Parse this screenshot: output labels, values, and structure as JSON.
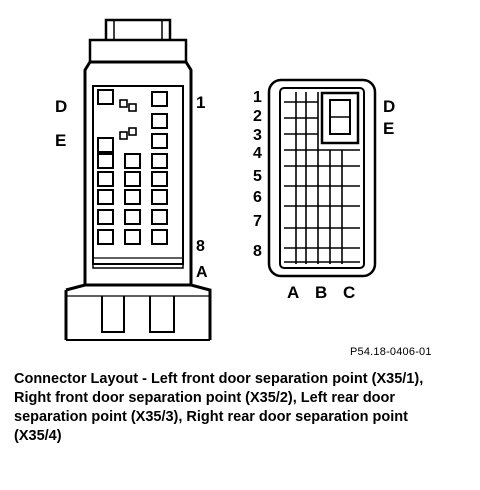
{
  "left_connector": {
    "label_d": "D",
    "label_e": "E",
    "label_1": "1",
    "label_8": "8",
    "label_a": "A"
  },
  "right_connector": {
    "pin_numbers": [
      "1",
      "2",
      "3",
      "4",
      "5",
      "6",
      "7",
      "8"
    ],
    "label_d": "D",
    "label_e": "E",
    "columns": [
      "A",
      "B",
      "C"
    ]
  },
  "figure_id": "P54.18-0406-01",
  "caption": "Connector Layout - Left front door separation point (X35/1), Right front door separation point (X35/2), Left rear door separation point (X35/3), Right rear door separation point (X35/4)"
}
